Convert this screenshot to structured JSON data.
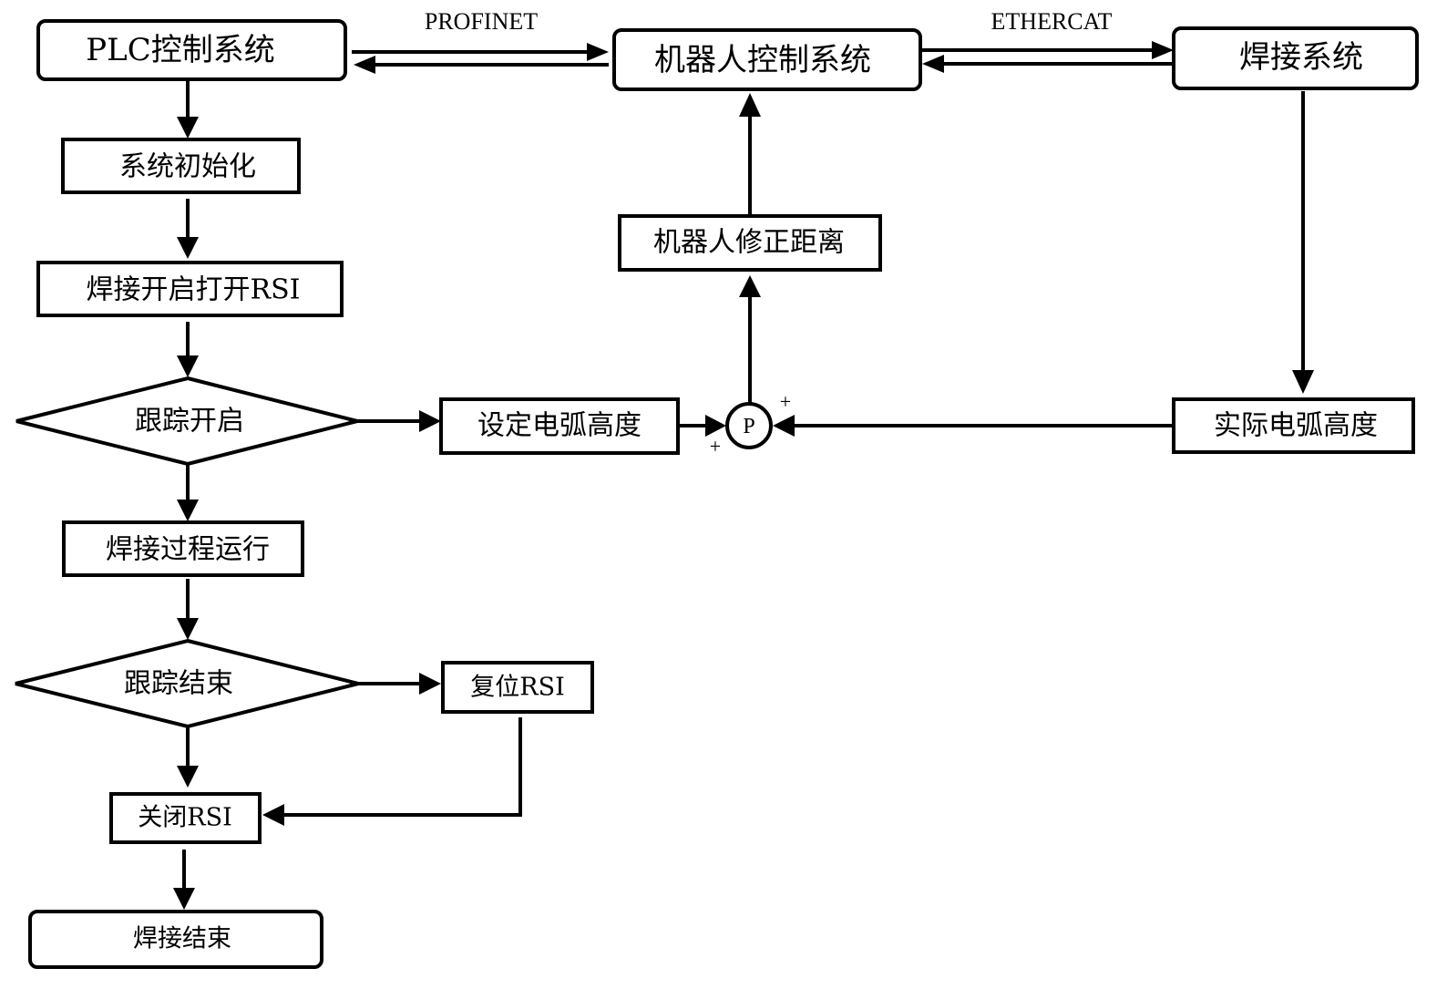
{
  "diagram": {
    "nodes": {
      "plc": "PLC控制系统",
      "robot_ctrl": "机器人控制系统",
      "weld_sys": "焊接系统",
      "init": "系统初始化",
      "weld_start_rsi": "焊接开启打开RSI",
      "track_start": "跟踪开启",
      "set_arc": "设定电弧高度",
      "p_node": "P",
      "actual_arc": "实际电弧高度",
      "robot_correct": "机器人修正距离",
      "weld_run": "焊接过程运行",
      "track_end": "跟踪结束",
      "reset_rsi": "复位RSI",
      "close_rsi": "关闭RSI",
      "weld_end": "焊接结束"
    },
    "links": {
      "plc_robot": "PROFINET",
      "robot_weld": "ETHERCAT"
    },
    "signs": {
      "p_plus_top": "+",
      "p_plus_bottom": "+"
    },
    "edges": [
      {
        "from": "plc",
        "to": "robot_ctrl",
        "label": "PROFINET"
      },
      {
        "from": "robot_ctrl",
        "to": "plc",
        "label": "PROFINET"
      },
      {
        "from": "robot_ctrl",
        "to": "weld_sys",
        "label": "ETHERCAT"
      },
      {
        "from": "weld_sys",
        "to": "robot_ctrl",
        "label": "ETHERCAT"
      },
      {
        "from": "plc",
        "to": "init"
      },
      {
        "from": "init",
        "to": "weld_start_rsi"
      },
      {
        "from": "weld_start_rsi",
        "to": "track_start"
      },
      {
        "from": "track_start",
        "to": "set_arc"
      },
      {
        "from": "set_arc",
        "to": "p_node"
      },
      {
        "from": "weld_sys",
        "to": "actual_arc"
      },
      {
        "from": "actual_arc",
        "to": "p_node"
      },
      {
        "from": "p_node",
        "to": "robot_correct"
      },
      {
        "from": "robot_correct",
        "to": "robot_ctrl"
      },
      {
        "from": "track_start",
        "to": "weld_run"
      },
      {
        "from": "weld_run",
        "to": "track_end"
      },
      {
        "from": "track_end",
        "to": "reset_rsi"
      },
      {
        "from": "track_end",
        "to": "close_rsi"
      },
      {
        "from": "reset_rsi",
        "to": "close_rsi"
      },
      {
        "from": "close_rsi",
        "to": "weld_end"
      }
    ]
  }
}
